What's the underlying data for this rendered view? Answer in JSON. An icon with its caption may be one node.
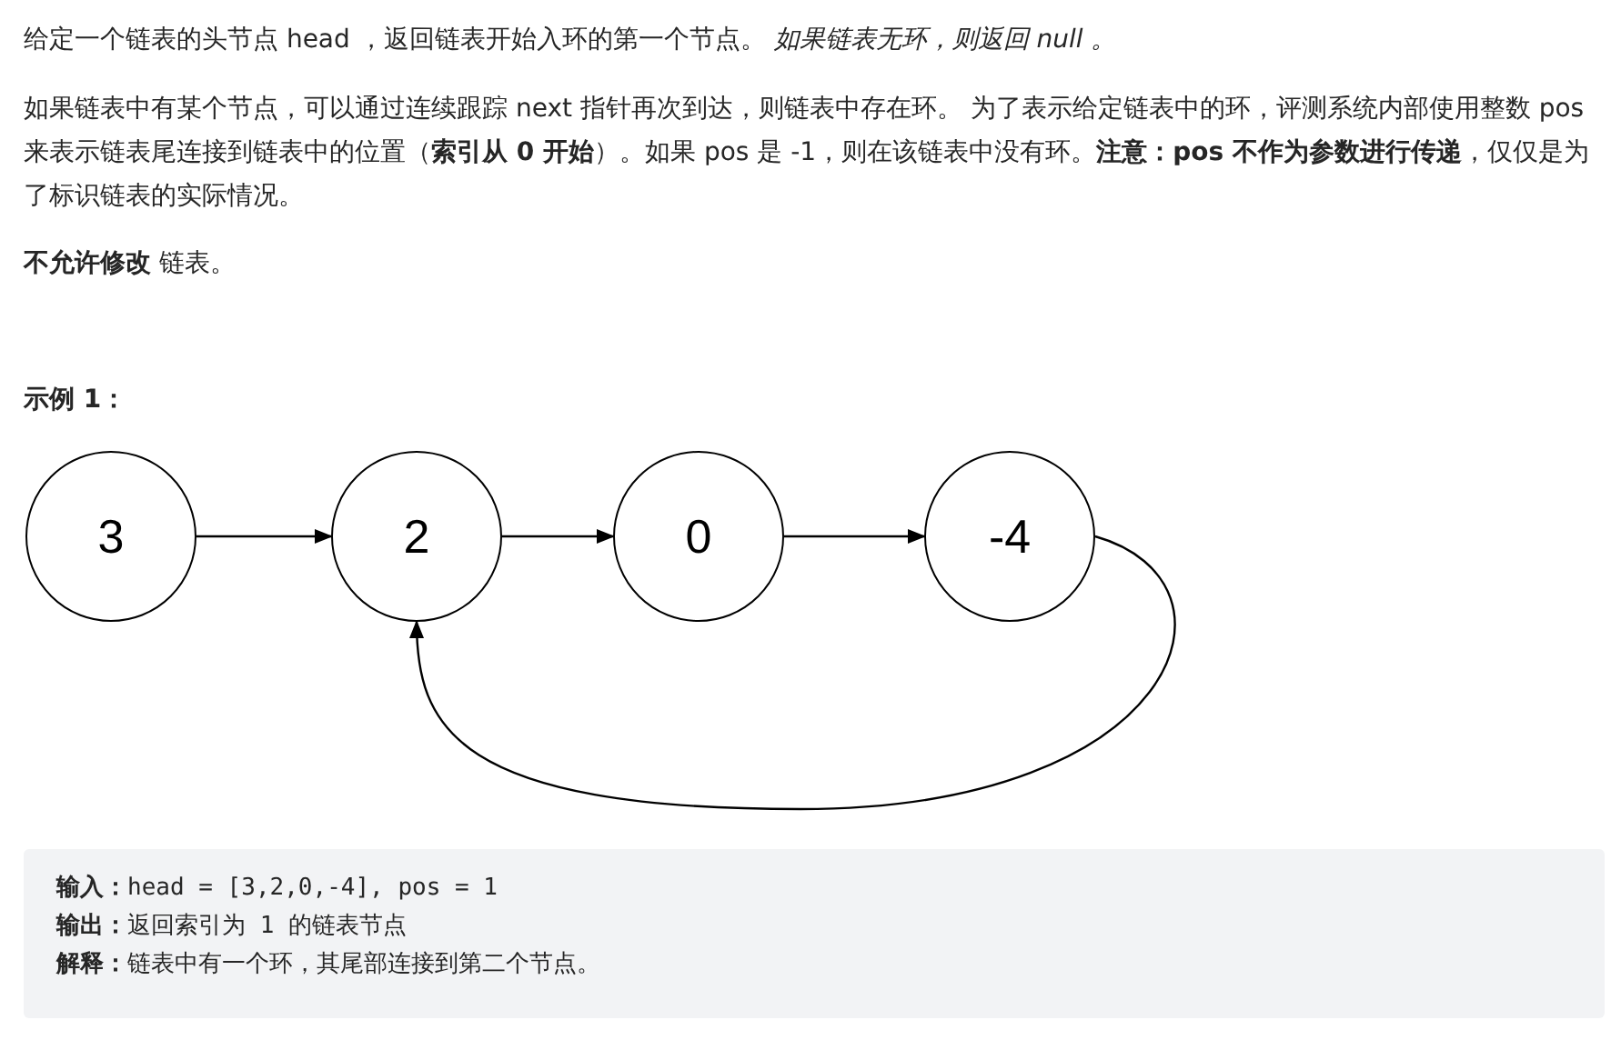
{
  "diagram": {
    "nodes": [
      {
        "text": [
          "3"
        ]
      },
      {
        "text": [
          "2"
        ]
      },
      {
        "text": [
          "0"
        ]
      },
      {
        "text": [
          "-4"
        ]
      }
    ],
    "edges": [
      {
        "from": 0,
        "to": 1,
        "arrow": "to"
      },
      {
        "from": 1,
        "to": 2,
        "arrow": "to"
      },
      {
        "from": 2,
        "to": 3,
        "arrow": "to"
      },
      {
        "from": 3,
        "to": 1,
        "arrow": "to"
      }
    ],
    "labels": [
      "给定一个链表的头节点 head ，返回链表开始入环的第一个节点。 *如果链表无环，则返回 null 。*",
      "如果链表中有某个节点，可以通过连续跟踪 next 指针再次到达，则链表中存在环。 为了表示给定链表中的环，评测系统内部使用整数 pos 来表示链表尾连接到链表中的位置（**索引从 0 开始**）。如果 pos 是 -1，则在该链表中没有环。**注意：pos 不作为参数进行传递**，仅仅是为了标识链表的实际情况。",
      "**不允许修改** 链表。",
      "示例 1：",
      "**输入：**head = [3,2,0,-4], pos = 1",
      "**输出：**返回索引为 1 的链表节点",
      "**解释：**链表中有一个环，其尾部连接到第二个节点。"
    ]
  }
}
